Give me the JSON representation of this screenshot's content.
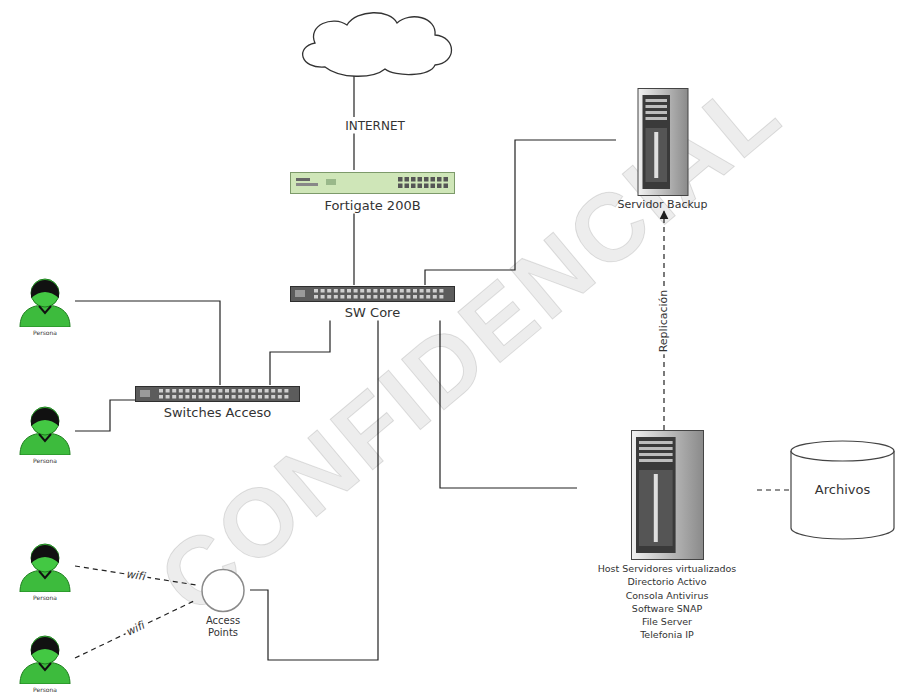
{
  "diagram": {
    "nodes": [
      {
        "text": [
          "INTERNET"
        ]
      },
      {
        "text": [
          "Fortigate 200B"
        ]
      },
      {
        "text": [
          "SW Core"
        ]
      },
      {
        "text": [
          "Servidor Backup"
        ]
      },
      {
        "text": [
          "Persona"
        ]
      },
      {
        "text": [
          "Switches Acceso"
        ]
      },
      {
        "text": [
          "Persona"
        ]
      },
      {
        "text": [
          "Host Servidores virtualizados",
          "Directorio Activo",
          "Consola Antivirus",
          "Software SNAP",
          "File Server",
          "Telefonia IP"
        ]
      },
      {
        "text": [
          "Archivos"
        ]
      },
      {
        "text": [
          "Persona"
        ]
      },
      {
        "text": [
          "Access Points"
        ]
      },
      {
        "text": [
          "Persona"
        ]
      }
    ],
    "edges": [
      {
        "from": 0,
        "to": 1,
        "arrow": "none"
      },
      {
        "from": 1,
        "to": 2,
        "arrow": "none"
      },
      {
        "from": 2,
        "to": 3,
        "arrow": "none"
      },
      {
        "from": 2,
        "to": 5,
        "arrow": "none"
      },
      {
        "from": 2,
        "to": 10,
        "arrow": "none"
      },
      {
        "from": 2,
        "to": 7,
        "arrow": "none"
      },
      {
        "from": 4,
        "to": 5,
        "arrow": "none"
      },
      {
        "from": 6,
        "to": 5,
        "arrow": "none"
      },
      {
        "from": 7,
        "to": 3,
        "label": "Replicación",
        "arrow": "to"
      },
      {
        "from": 7,
        "to": 8,
        "arrow": "none"
      },
      {
        "from": 9,
        "to": 10,
        "label": "wifi",
        "arrow": "none"
      },
      {
        "from": 11,
        "to": 10,
        "label": "wifi",
        "arrow": "none"
      }
    ],
    "labels": [
      "CONFIDENCIAL"
    ]
  }
}
